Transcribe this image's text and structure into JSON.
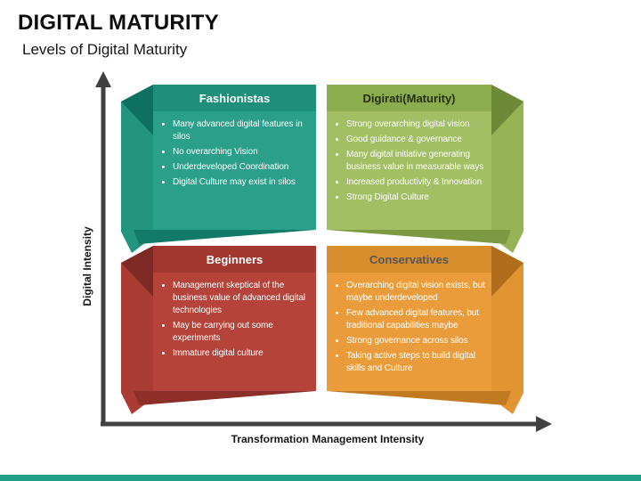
{
  "page": {
    "title": "DIGITAL MATURITY",
    "subtitle": "Levels of Digital Maturity"
  },
  "axes": {
    "y_label": "Digital Intensity",
    "x_label": "Transformation Management Intensity",
    "color": "#404040"
  },
  "quadrants": {
    "top_left": {
      "title": "Fashionistas",
      "bullets": [
        "Many advanced digital features in silos",
        "No overarching Vision",
        "Underdeveloped Coordination",
        "Digital Culture may exist in silos"
      ],
      "colors": {
        "header": "#1e8f7b",
        "body": "#2aa08a",
        "fold": "#23957f",
        "fold_shadow": "#0d7061",
        "wedge": "#117a68",
        "title_text": "#ffffff"
      }
    },
    "top_right": {
      "title": "Digirati(Maturity)",
      "bullets": [
        "Strong overarching digital vision",
        "Good guidance & governance",
        "Many digital initiative generating business value in measurable ways",
        "Increased productivity & Innovation",
        "Strong Digital Culture"
      ],
      "colors": {
        "header": "#8cad4d",
        "body": "#a3bf63",
        "fold": "#96b356",
        "fold_shadow": "#6d8a38",
        "wedge": "#7d9a42",
        "title_text": "#24310f"
      }
    },
    "bottom_left": {
      "title": "Beginners",
      "bullets": [
        "Management skeptical of the business value of advanced digital technologies",
        "May be carrying out some experiments",
        "Immature digital culture"
      ],
      "colors": {
        "header": "#a1372f",
        "body": "#b5433a",
        "fold": "#aa3c33",
        "fold_shadow": "#7c2a23",
        "wedge": "#8d2f28",
        "title_text": "#ffffff"
      }
    },
    "bottom_right": {
      "title": "Conservatives",
      "bullets": [
        "Overarching digital vision exists, but maybe underdeveloped",
        "Few advanced digital features, but traditional capabilities maybe",
        "Strong governance across silos",
        "Taking active steps to build digital skills and Culture"
      ],
      "colors": {
        "header": "#d78d2b",
        "body": "#ea9c3a",
        "fold": "#e09432",
        "fold_shadow": "#b26d1b",
        "wedge": "#c17a1f",
        "title_text": "#575757"
      }
    }
  },
  "footer": {
    "bar_color": "#1f9e86"
  }
}
